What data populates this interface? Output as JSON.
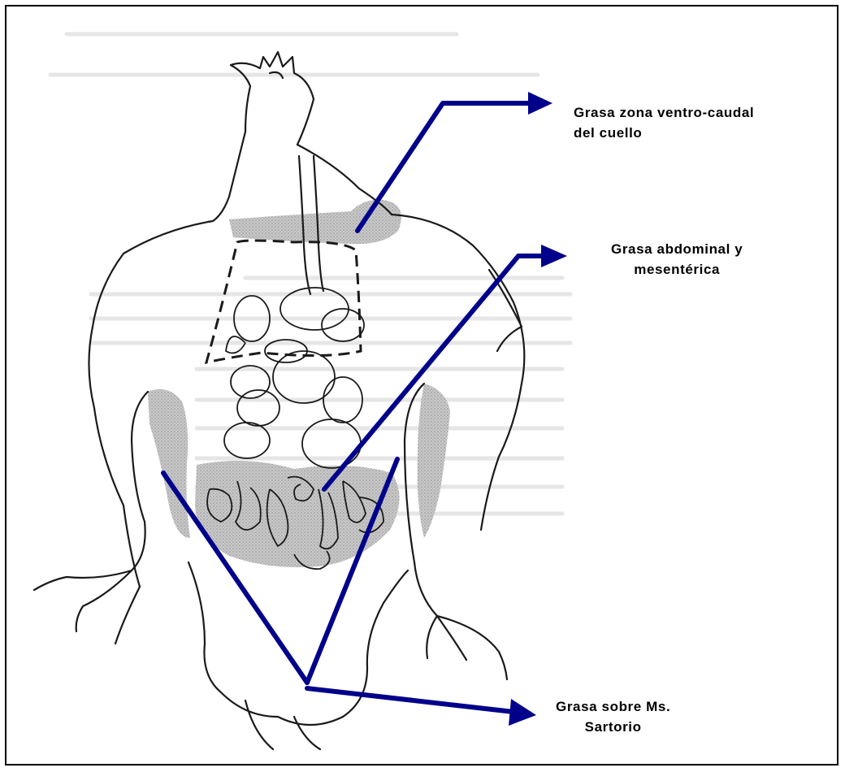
{
  "labels": {
    "neck_fat": {
      "line1": "Grasa zona ventro-caudal",
      "line2": "del cuello"
    },
    "abdominal_fat": {
      "line1": "Grasa abdominal y",
      "line2": "mesentérica"
    },
    "sartorius_fat": {
      "line1": "Grasa sobre Ms.",
      "line2": "Sartorio"
    }
  },
  "colors": {
    "arrow": "#00008b",
    "fat_shading": "#bdbdbd",
    "outline": "#1a1a1a",
    "background_text": "#c8c8c8"
  }
}
